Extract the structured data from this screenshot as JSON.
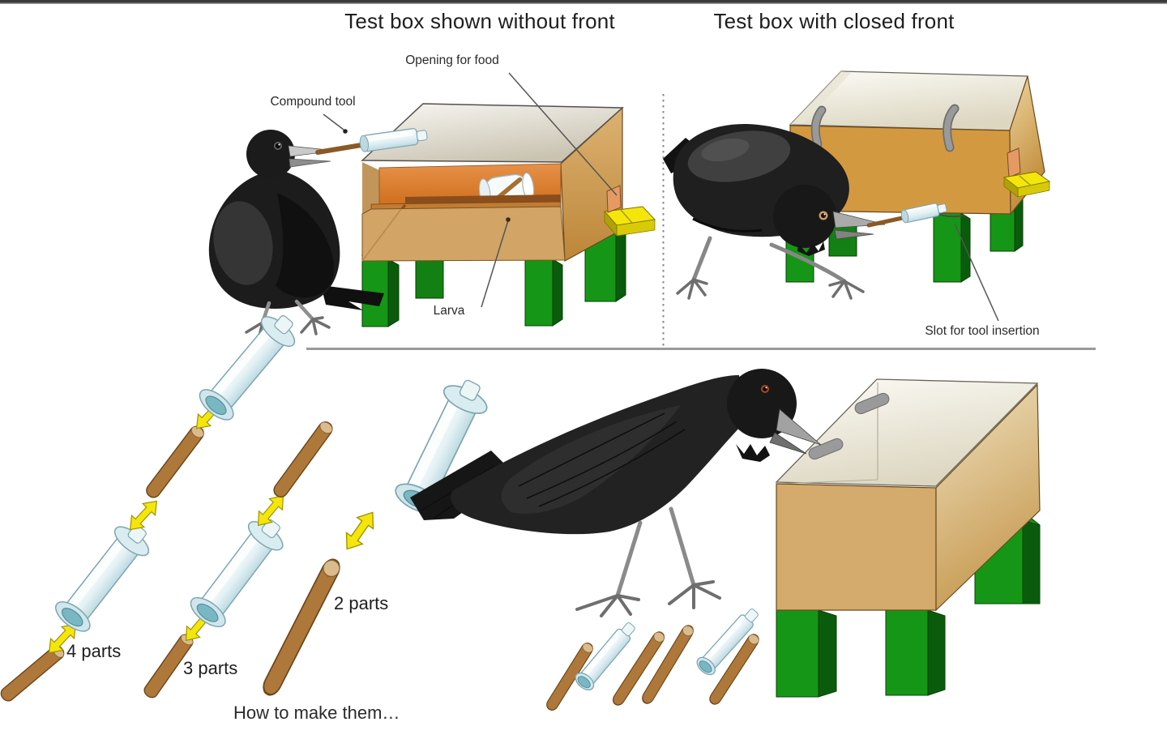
{
  "titles": {
    "left": "Test box shown without front",
    "right": "Test box with closed front"
  },
  "annotations": {
    "compound_tool": "Compound tool",
    "opening_for_food": "Opening for food",
    "larva": "Larva",
    "slot_for_tool_insertion": "Slot for tool insertion"
  },
  "tool_steps": {
    "four_parts": "4 parts",
    "three_parts": "3 parts",
    "two_parts": "2 parts",
    "caption": "How to make them…"
  },
  "colors": {
    "box_tan": "#d2a567",
    "box_amber_front": "#d39941",
    "interior_orange": "#e0833a",
    "leg_green": "#169616",
    "leg_green_dark": "#0a5c0c",
    "tray_yellow": "#f4e60a",
    "tube_blue": "#d8ecf0",
    "tube_socket_teal": "#79b7c2",
    "stick_brown": "#ad783a",
    "arrow_yellow": "#f4e60b",
    "crow_black": "#1c1c1c",
    "divider_gray": "#8a8a8a",
    "opening_salmon": "#e59a64"
  }
}
